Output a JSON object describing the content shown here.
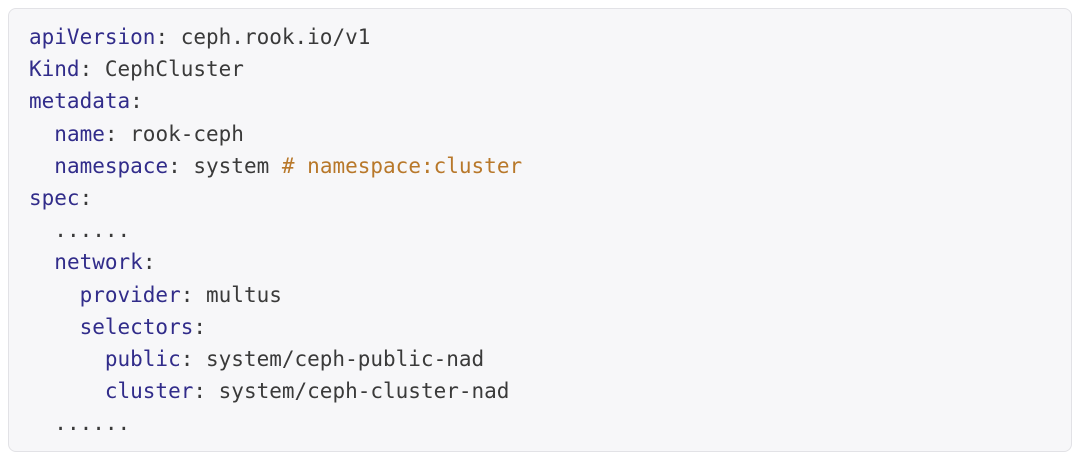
{
  "code_block": {
    "language": "yaml",
    "colors": {
      "page_background": "#ffffff",
      "background": "#f7f7f9",
      "border": "#e2e2e6",
      "key": "#312c8a",
      "plain": "#3a3a3a",
      "comment": "#b8782a"
    },
    "lines": [
      {
        "indent": 0,
        "tokens": [
          {
            "type": "key",
            "text": "apiVersion"
          },
          {
            "type": "plain",
            "text": ": ceph.rook.io/v1"
          }
        ]
      },
      {
        "indent": 0,
        "tokens": [
          {
            "type": "key",
            "text": "Kind"
          },
          {
            "type": "plain",
            "text": ": CephCluster"
          }
        ]
      },
      {
        "indent": 0,
        "tokens": [
          {
            "type": "key",
            "text": "metadata"
          },
          {
            "type": "plain",
            "text": ":"
          }
        ]
      },
      {
        "indent": 2,
        "tokens": [
          {
            "type": "key",
            "text": "name"
          },
          {
            "type": "plain",
            "text": ": rook-ceph"
          }
        ]
      },
      {
        "indent": 2,
        "tokens": [
          {
            "type": "key",
            "text": "namespace"
          },
          {
            "type": "plain",
            "text": ": system "
          },
          {
            "type": "comment",
            "text": "# namespace:cluster"
          }
        ]
      },
      {
        "indent": 0,
        "tokens": [
          {
            "type": "key",
            "text": "spec"
          },
          {
            "type": "plain",
            "text": ":"
          }
        ]
      },
      {
        "indent": 2,
        "tokens": [
          {
            "type": "plain",
            "text": "......"
          }
        ]
      },
      {
        "indent": 2,
        "tokens": [
          {
            "type": "key",
            "text": "network"
          },
          {
            "type": "plain",
            "text": ":"
          }
        ]
      },
      {
        "indent": 4,
        "tokens": [
          {
            "type": "key",
            "text": "provider"
          },
          {
            "type": "plain",
            "text": ": multus"
          }
        ]
      },
      {
        "indent": 4,
        "tokens": [
          {
            "type": "key",
            "text": "selectors"
          },
          {
            "type": "plain",
            "text": ":"
          }
        ]
      },
      {
        "indent": 6,
        "tokens": [
          {
            "type": "key",
            "text": "public"
          },
          {
            "type": "plain",
            "text": ": system/ceph-public-nad"
          }
        ]
      },
      {
        "indent": 6,
        "tokens": [
          {
            "type": "key",
            "text": "cluster"
          },
          {
            "type": "plain",
            "text": ": system/ceph-cluster-nad"
          }
        ]
      },
      {
        "indent": 2,
        "tokens": [
          {
            "type": "plain",
            "text": "......"
          }
        ]
      }
    ]
  }
}
